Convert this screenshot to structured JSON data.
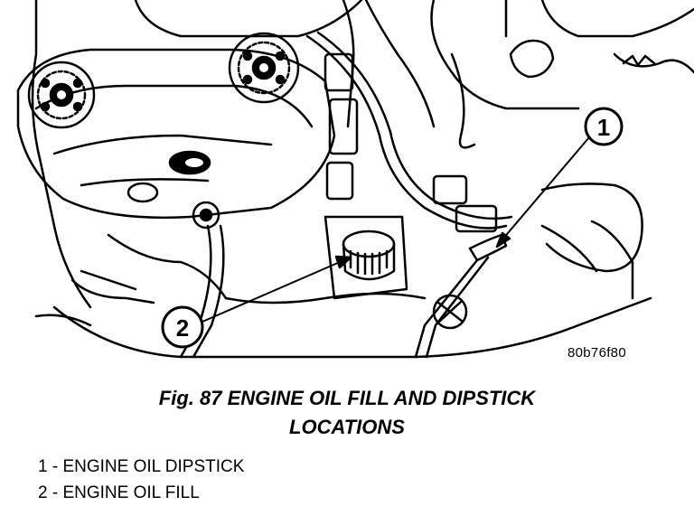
{
  "figure": {
    "code": "80b76f80",
    "caption_line1": "Fig. 87 ENGINE OIL FILL AND DIPSTICK",
    "caption_line2": "LOCATIONS"
  },
  "callouts": [
    {
      "number": "1",
      "label": "ENGINE OIL DIPSTICK"
    },
    {
      "number": "2",
      "label": "ENGINE OIL FILL"
    }
  ],
  "legend": [
    "1 - ENGINE OIL DIPSTICK",
    "2 - ENGINE OIL FILL"
  ]
}
